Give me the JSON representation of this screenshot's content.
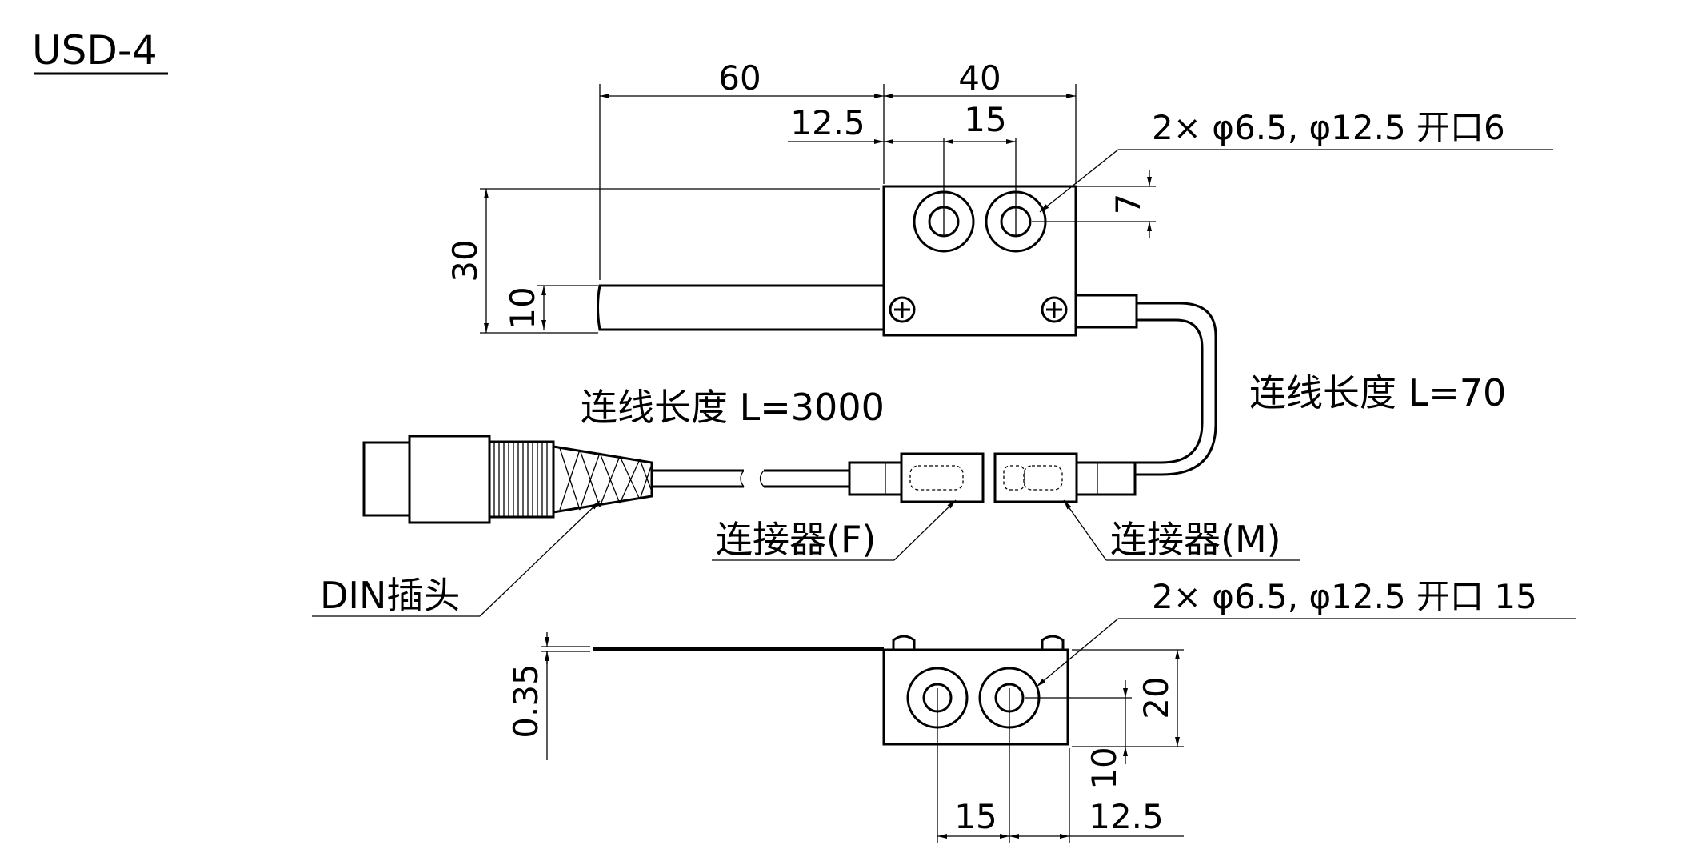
{
  "title": "USD-4",
  "dimensions": {
    "d60": "60",
    "d40": "40",
    "d12_5_top": "12.5",
    "d15_top": "15",
    "d30": "30",
    "d10_left": "10",
    "d7": "7",
    "d0_35": "0.35",
    "d20": "20",
    "d10_right": "10",
    "d15_bottom": "15",
    "d12_5_bottom": "12.5"
  },
  "labels": {
    "hole_spec_top": "2× φ6.5, φ12.5 开口6",
    "hole_spec_bottom": "2× φ6.5, φ12.5 开口 15",
    "cable_long": "连线长度 L=3000",
    "cable_short": "连线长度 L=70",
    "connector_f": "连接器(F)",
    "connector_m": "连接器(M)",
    "din_plug": "DIN插头"
  }
}
